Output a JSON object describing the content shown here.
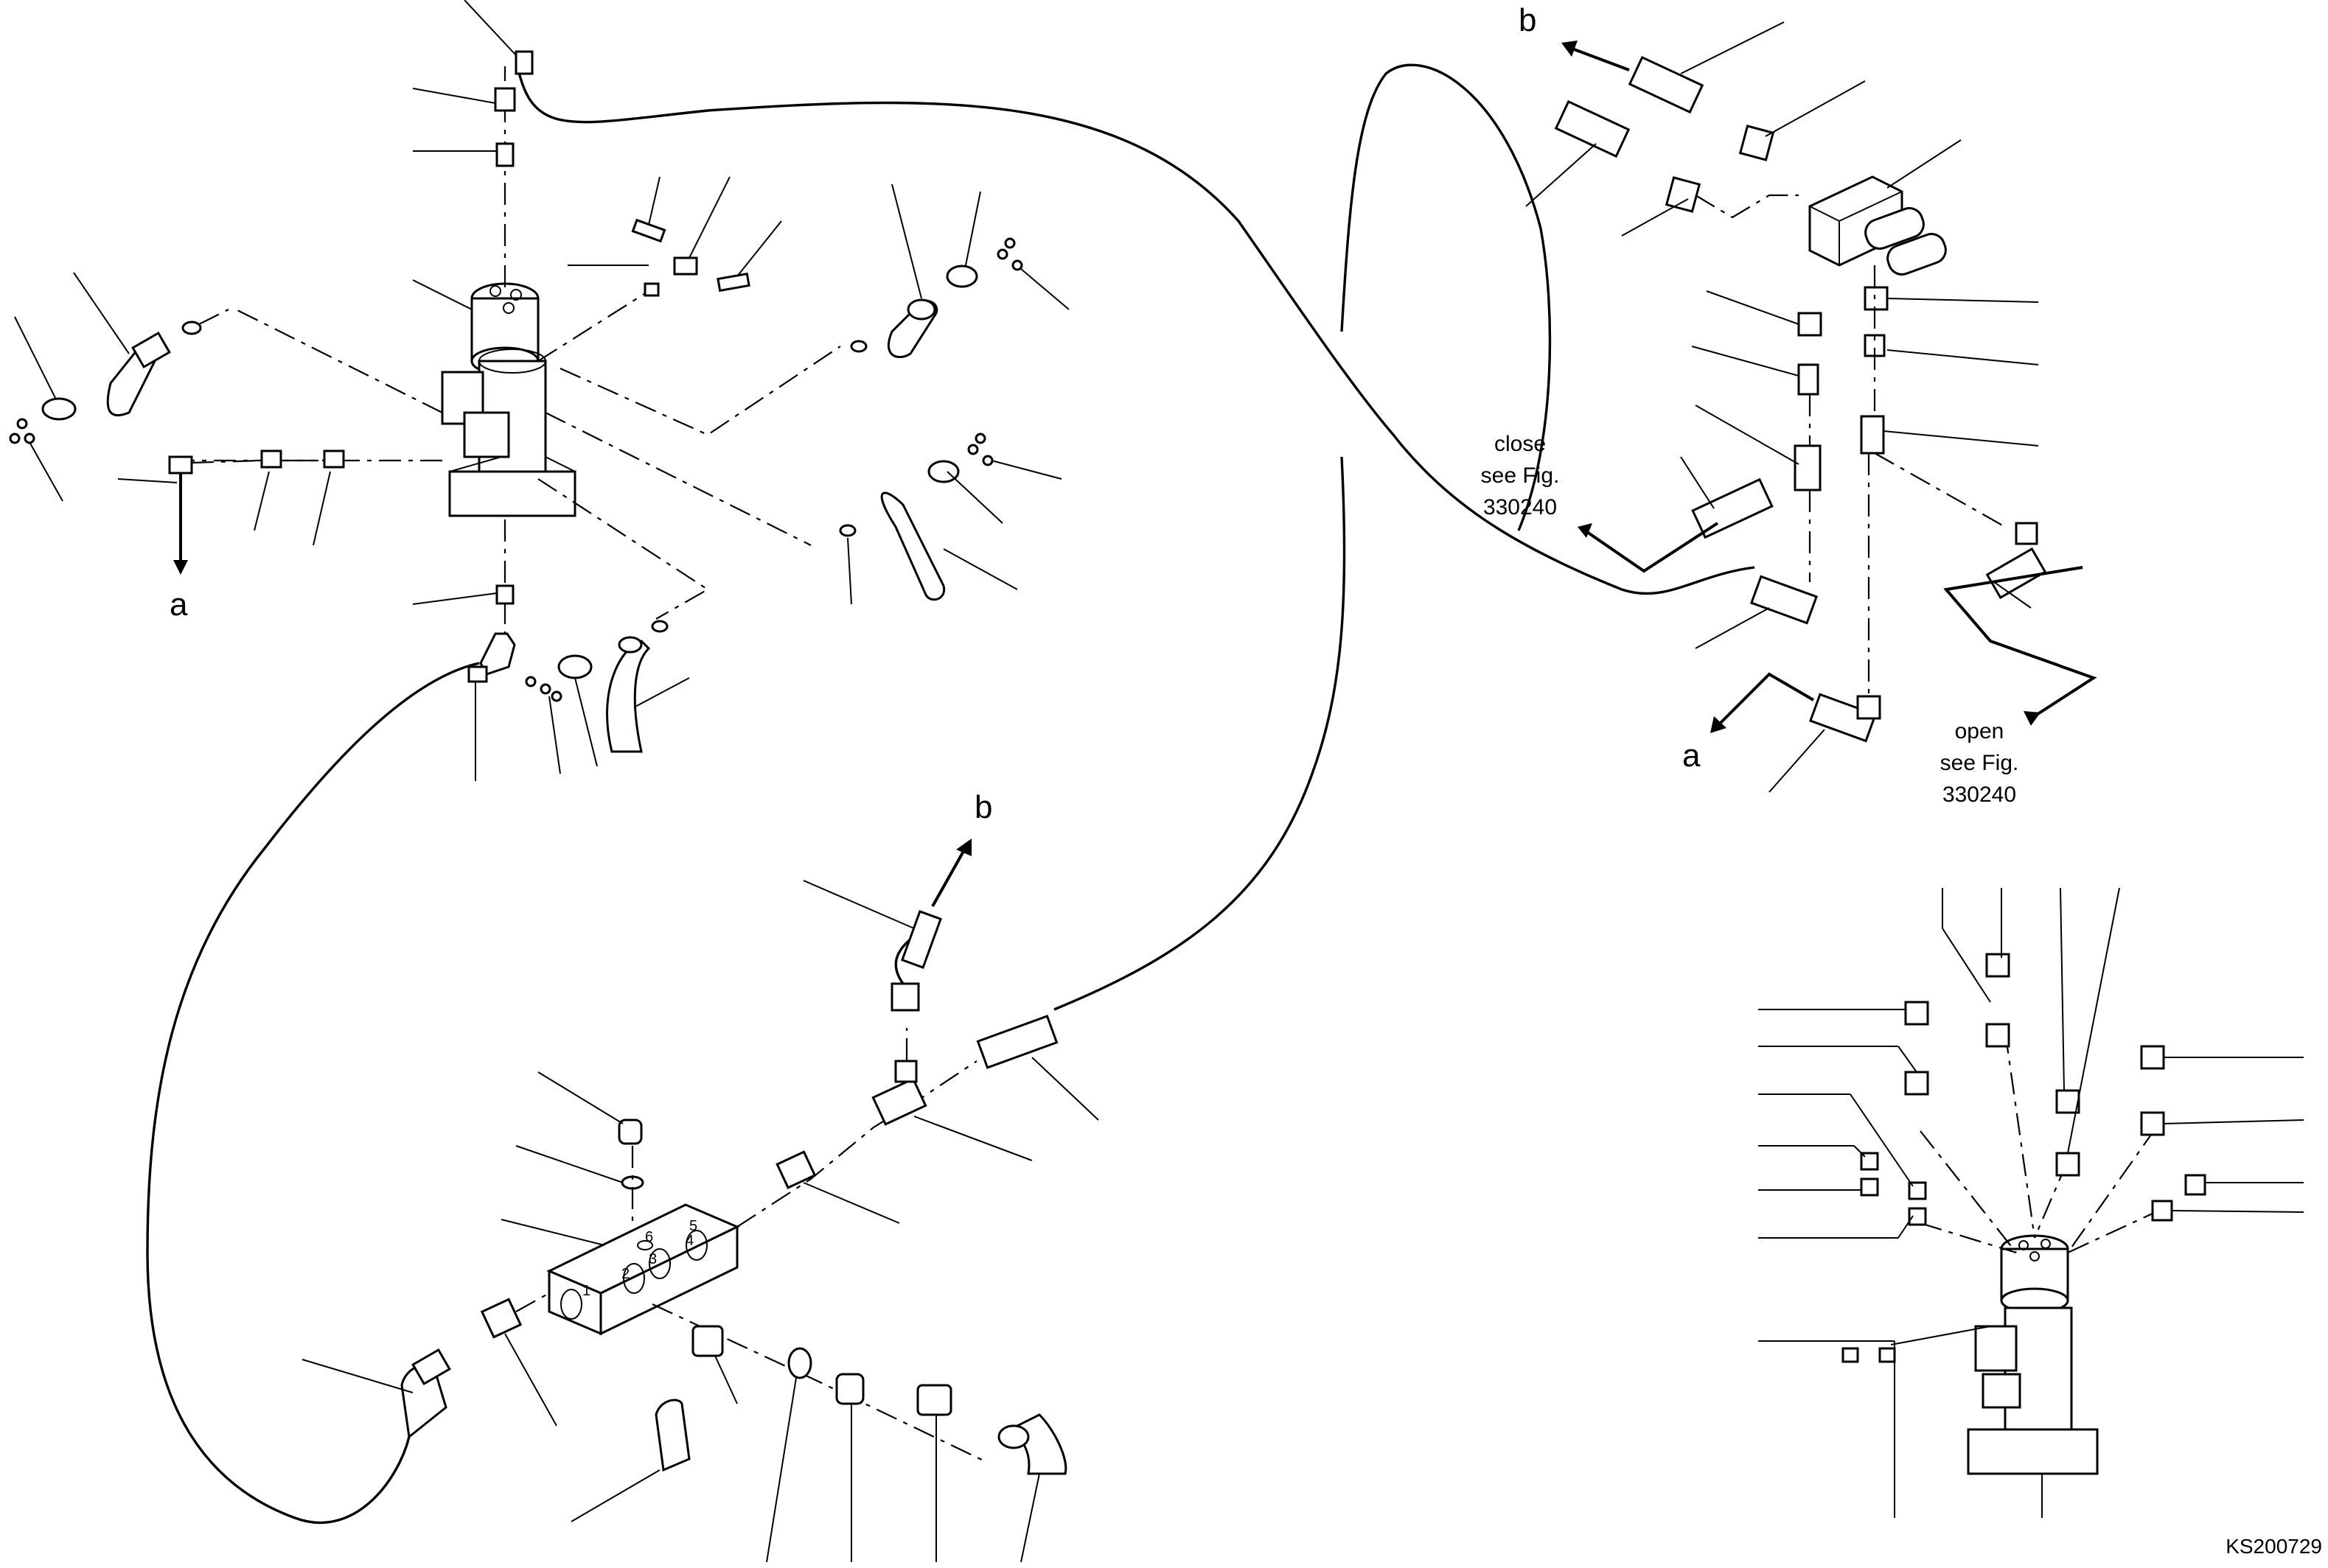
{
  "labels": {
    "a_left": "a",
    "b_top_right": "b",
    "b_center": "b",
    "a_right": "a",
    "close_line1": "close",
    "close_line2": "see Fig.",
    "close_line3": "330240",
    "open_line1": "open",
    "open_line2": "see Fig.",
    "open_line3": "330240",
    "drawing_code": "KS200729"
  },
  "block_numbers": {
    "port1": "1",
    "port2": "2",
    "port3": "3",
    "port4": "4",
    "port5": "5",
    "port6": "6"
  }
}
